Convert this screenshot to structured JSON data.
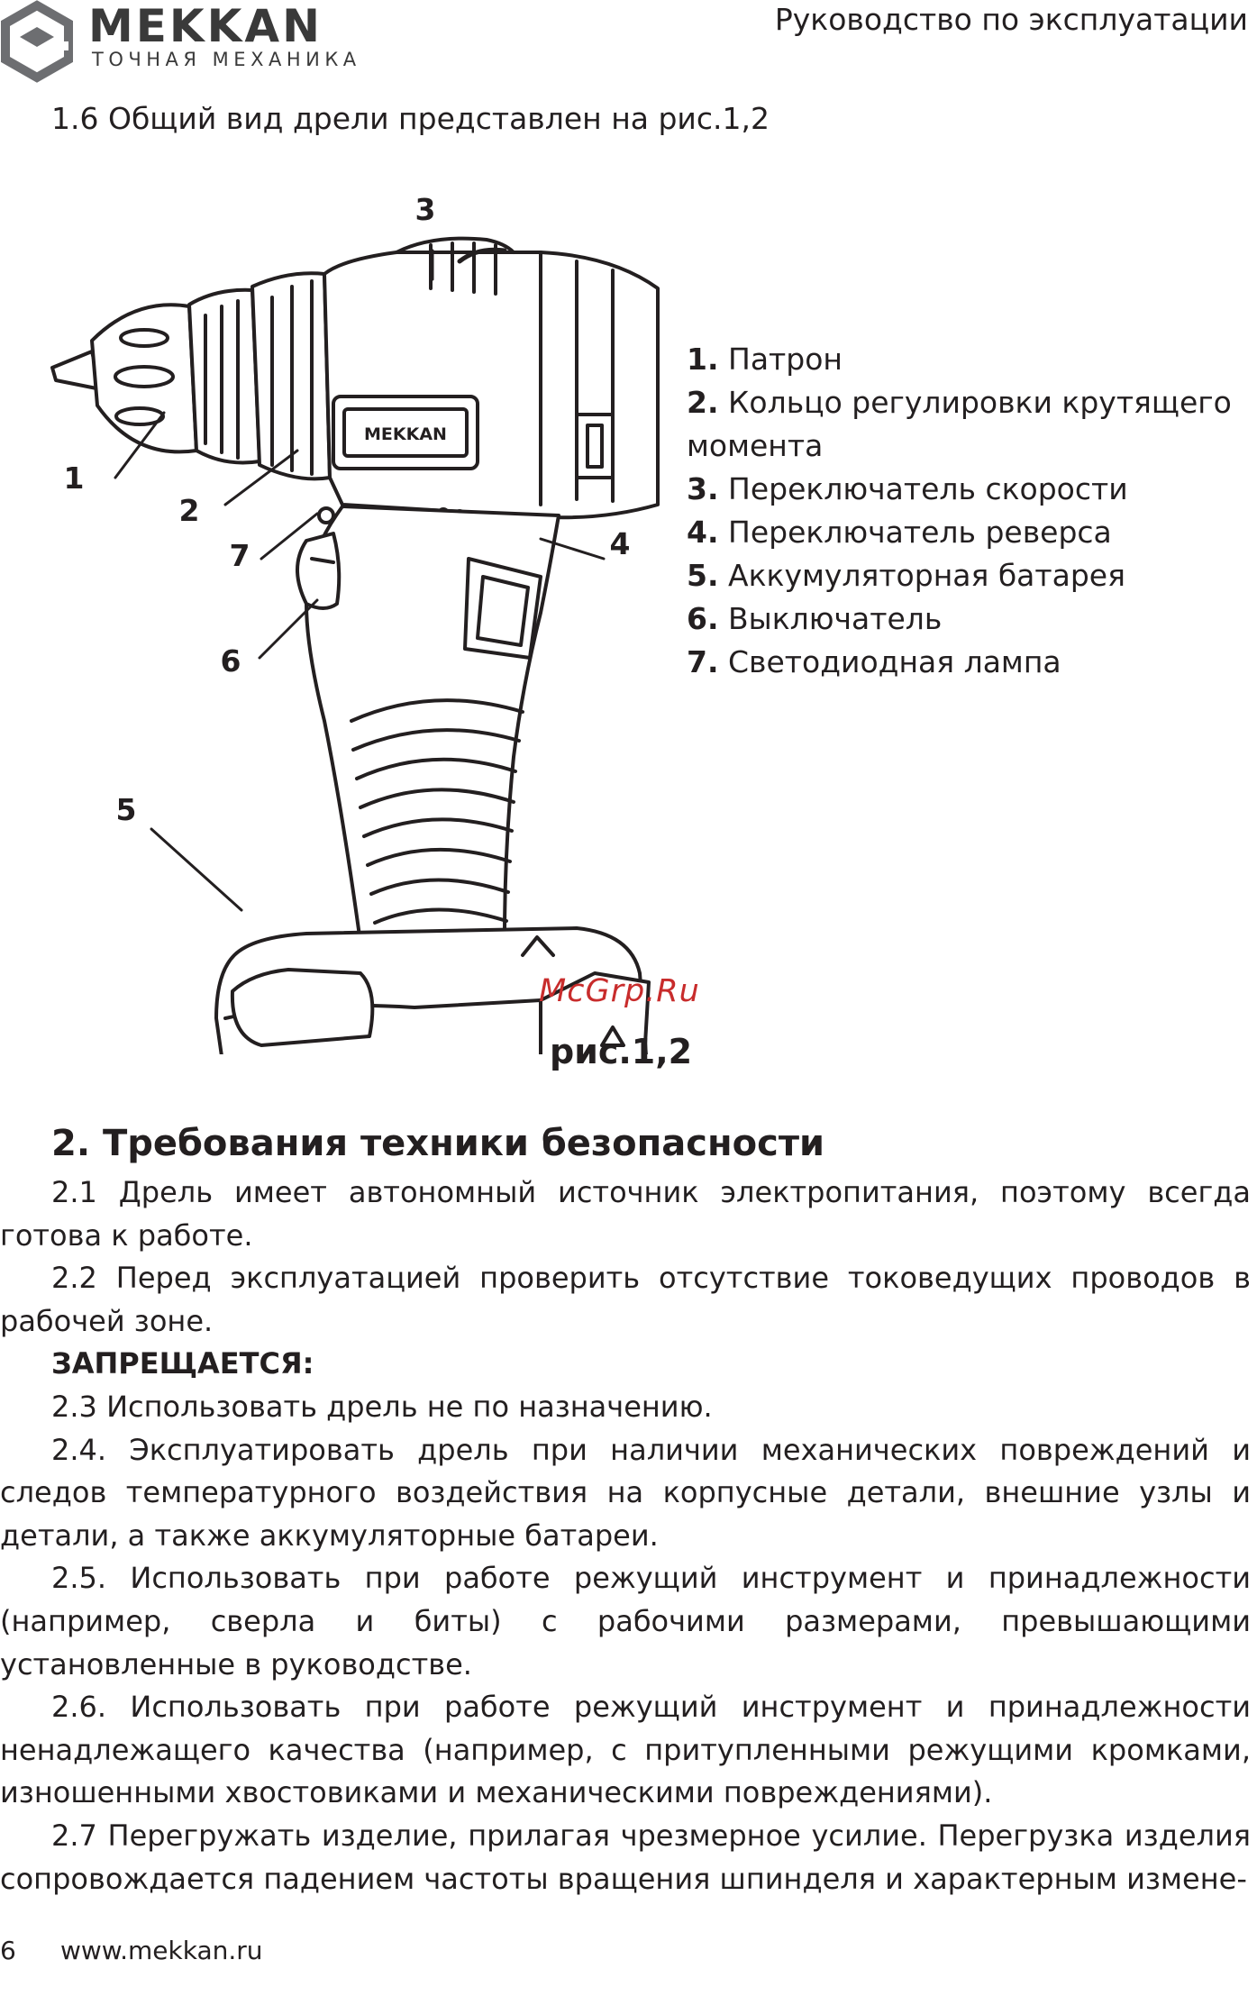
{
  "header": {
    "brand": "MEKKAN",
    "brand_sub": "ТОЧНАЯ МЕХАНИКА",
    "title": "Руководство по эксплуатации",
    "icon": "mekkan-logo-icon"
  },
  "intro": "1.6 Общий вид дрели представлен на рис.1,2",
  "figure": {
    "callouts": [
      "1",
      "2",
      "3",
      "4",
      "5",
      "6",
      "7"
    ],
    "tool_label": "MEKKAN",
    "watermark": "McGrp.Ru",
    "caption": "рис.1,2"
  },
  "legend": [
    {
      "num": "1.",
      "text": "Патрон"
    },
    {
      "num": "2.",
      "text": "Кольцо регулировки крутящего момента"
    },
    {
      "num": "3.",
      "text": "Переключатель скорости"
    },
    {
      "num": "4.",
      "text": "Переключатель реверса"
    },
    {
      "num": "5.",
      "text": "Аккумуляторная батарея"
    },
    {
      "num": "6.",
      "text": "Выключатель"
    },
    {
      "num": "7.",
      "text": "Светодиодная лампа"
    }
  ],
  "section": {
    "title": "2. Требования техники безопасности",
    "paragraphs": [
      "2.1 Дрель имеет автономный источник электропитания, поэтому всегда готова к работе.",
      "2.2 Перед эксплуатацией проверить отсутствие токоведущих проводов в рабочей зоне.",
      "ЗАПРЕЩАЕТСЯ:",
      "2.3 Использовать дрель не по назначению.",
      "2.4. Эксплуатировать дрель при наличии механических повреждений и следов температурного воздействия на корпусные детали, внешние узлы и детали, а также аккумуляторные батареи.",
      "2.5. Использовать при работе режущий инструмент и принадлежности (например, сверла и биты) с рабочими размерами, превышающими установленные в руководстве.",
      "2.6. Использовать при работе режущий инструмент и принадлежности ненадлежащего качества (например, с притупленными режущими кромками, изношенными хвостовиками и механическими повреждениями).",
      "2.7 Перегружать изделие, прилагая чрезмерное усилие. Перегрузка изделия сопровождается падением частоты вращения шпинделя и характерным измене-"
    ]
  },
  "footer": {
    "page": "6",
    "url": "www.mekkan.ru"
  }
}
